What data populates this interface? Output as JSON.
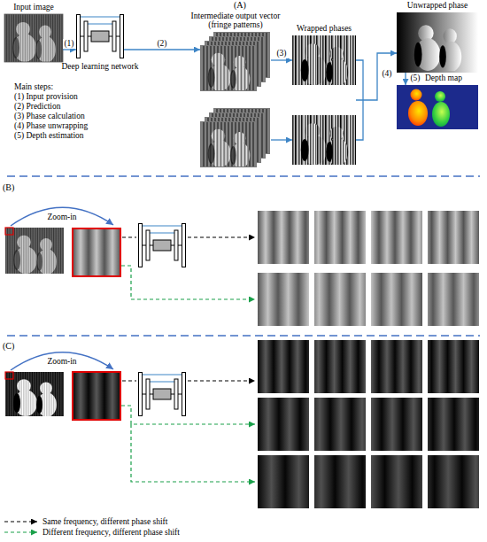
{
  "diagram": {
    "nodes": [
      {
        "text": [
          "Input image"
        ]
      },
      {
        "text": [
          "Deep learning network"
        ]
      },
      {
        "text": [
          "Intermediate output vector (fringe patterns)"
        ]
      },
      {
        "text": [
          "Wrapped phases"
        ]
      },
      {
        "text": [
          "Unwrapped phase"
        ]
      },
      {
        "text": [
          "Depth map"
        ]
      }
    ],
    "edges": [
      {
        "from": 0,
        "to": 1,
        "label": "(1)",
        "arrow": "to"
      },
      {
        "from": 1,
        "to": 2,
        "label": "(2)",
        "arrow": "to"
      },
      {
        "from": 2,
        "to": 3,
        "label": "(3)",
        "arrow": "to"
      },
      {
        "from": 3,
        "to": 4,
        "label": "(4)",
        "arrow": "to"
      },
      {
        "from": 4,
        "to": 5,
        "label": "(5)",
        "arrow": "to"
      }
    ],
    "labels": [
      "(A)",
      "Main steps:",
      "(1) Input provision",
      "(2) Prediction",
      "(3) Phase calculation",
      "(4) Phase unwrapping",
      "(5) Depth estimation",
      "(B)",
      "Zoom-in",
      "(C)",
      "Zoom-in"
    ],
    "legend": [
      {
        "text": "Same frequency, different phase shift"
      },
      {
        "text": "Different frequency, different phase shift"
      }
    ]
  }
}
